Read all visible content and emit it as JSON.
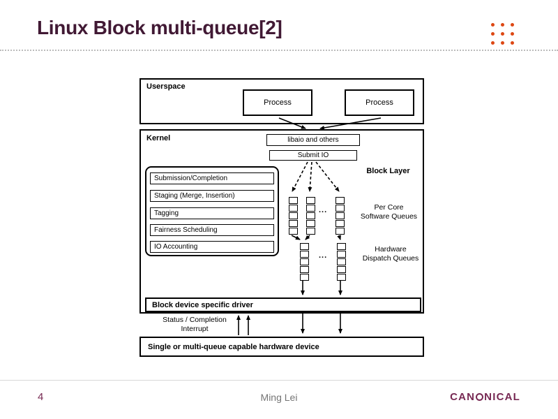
{
  "slide": {
    "title": "Linux Block multi-queue[2]",
    "page_number": "4",
    "author": "Ming Lei",
    "logo": {
      "pre": "CAN",
      "post": "NICAL"
    }
  },
  "colors": {
    "title_aubergine": "#411934",
    "accent_orange": "#dd4814",
    "logo_maroon": "#772953",
    "footer_gray": "#757575",
    "diagram_line": "#000000"
  },
  "diagram": {
    "userspace": {
      "label": "Userspace",
      "process_left": "Process",
      "process_right": "Process"
    },
    "kernel": {
      "label": "Kernel",
      "libaio": "libaio and others",
      "submit_io": "Submit IO",
      "block_layer": "Block Layer",
      "stack_items": [
        "Submission/Completion",
        "Staging (Merge, Insertion)",
        "Tagging",
        "Fairness Scheduling",
        "IO Accounting"
      ],
      "sw_queues_label": "Per Core\nSoftware Queues",
      "hw_queues_label": "Hardware\nDispatch Queues",
      "ellipsis": "...",
      "driver": "Block device specific driver"
    },
    "interrupt_label": "Status / Completion\nInterrupt",
    "hardware_device": "Single or multi-queue capable hardware device"
  }
}
